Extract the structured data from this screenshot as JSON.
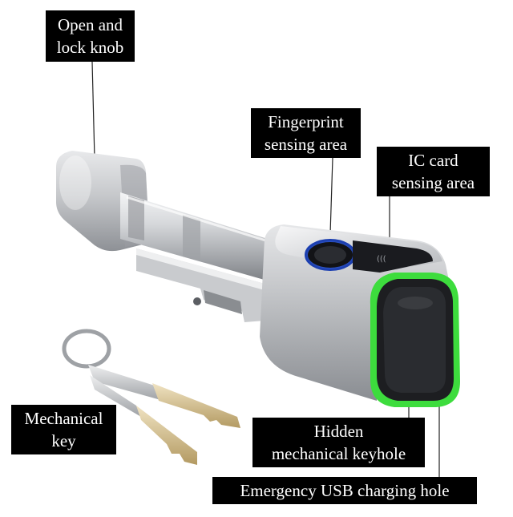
{
  "labels": {
    "knob": [
      "Open and",
      "lock knob"
    ],
    "fingerprint": [
      "Fingerprint",
      "sensing area"
    ],
    "ic_card": [
      "IC card",
      "sensing area"
    ],
    "mechanical_key": [
      "Mechanical",
      "key"
    ],
    "keyhole": [
      "Hidden",
      "mechanical keyhole"
    ],
    "usb": [
      "Emergency USB charging hole"
    ]
  },
  "colors": {
    "led_ring": "#3ddc3d",
    "label_bg": "#000000",
    "label_text": "#ffffff",
    "metal": "#b9bcc0",
    "face": "#1d1e21"
  }
}
